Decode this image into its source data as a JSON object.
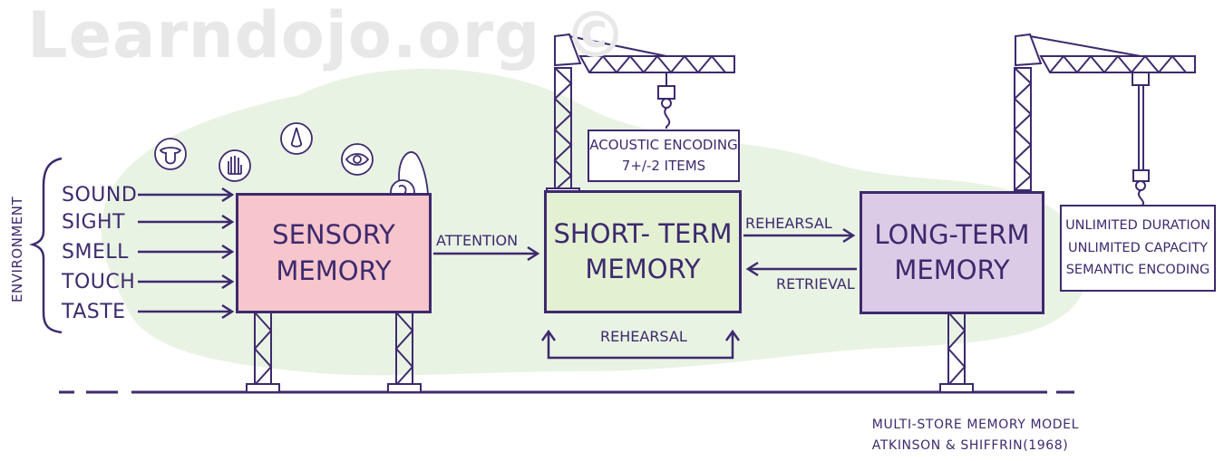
{
  "watermark": "Learndojo.org ©",
  "environment": {
    "label": "ENVIRONMENT",
    "inputs": [
      "SOUND",
      "SIGHT",
      "SMELL",
      "TOUCH",
      "TASTE"
    ]
  },
  "sensory": {
    "line1": "SENSORY",
    "line2": "MEMORY"
  },
  "short_term": {
    "line1": "SHORT- TERM",
    "line2": "MEMORY",
    "note_line1": "ACOUSTIC ENCODING",
    "note_line2": "7+/-2 ITEMS"
  },
  "long_term": {
    "line1": "LONG-TERM",
    "line2": "MEMORY",
    "note_line1": "UNLIMITED DURATION",
    "note_line2": "UNLIMITED CAPACITY",
    "note_line3": "SEMANTIC ENCODING"
  },
  "arrows": {
    "attention": "ATTENTION",
    "rehearsal_to_ltm": "REHEARSAL",
    "retrieval": "RETRIEVAL",
    "rehearsal_loop": "REHEARSAL"
  },
  "caption": {
    "line1": "MULTI-STORE MEMORY MODEL",
    "line2": "ATKINSON & SHIFFRIN(1968)"
  },
  "colors": {
    "ink": "#3d2a6e",
    "sensory_fill": "#f7c5cc",
    "short_term_fill": "#e3f0d2",
    "long_term_fill": "#dccbe6",
    "blob": "#e9f3e3"
  },
  "icons": [
    "tongue-icon",
    "hand-icon",
    "nose-icon",
    "eye-icon",
    "ear-icon"
  ]
}
